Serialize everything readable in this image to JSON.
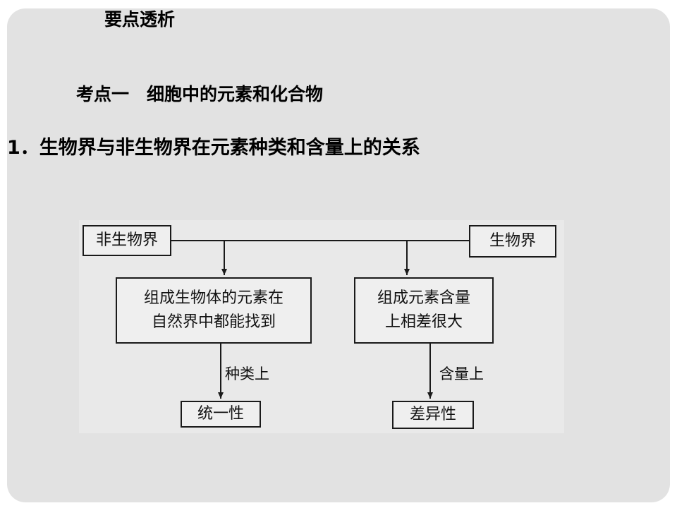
{
  "slide": {
    "heading": "要点透析",
    "topic": "考点一　细胞中的元素和化合物",
    "point": "1．生物界与非生物界在元素种类和含量上的关系"
  },
  "diagram": {
    "nonliving": "非生物界",
    "living": "生物界",
    "found_line1": "组成生物体的元素在",
    "found_line2": "自然界中都能找到",
    "differ_line1": "组成元素含量",
    "differ_line2": "上相差很大",
    "kind_label": "种类上",
    "content_label": "含量上",
    "unity": "统一性",
    "difference": "差异性"
  }
}
